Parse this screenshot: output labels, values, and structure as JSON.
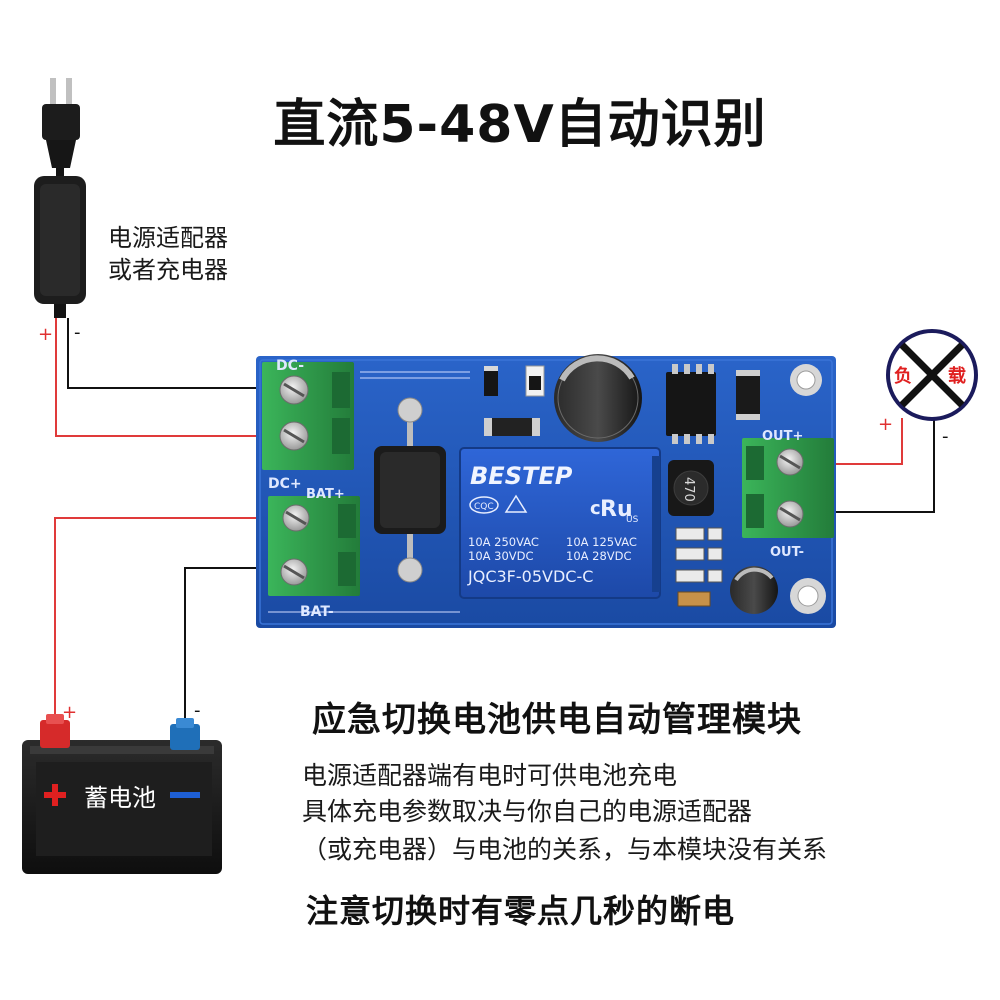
{
  "title": "直流5-48V自动识别",
  "adapter": {
    "line1": "电源适配器",
    "line2": "或者充电器",
    "plus": "+",
    "minus": "-"
  },
  "load": {
    "left_char": "负",
    "right_char": "载",
    "plus": "+",
    "minus": "-"
  },
  "battery": {
    "label": "蓄电池",
    "plus": "+",
    "minus": "-",
    "body_plus": "+",
    "body_minus": "−"
  },
  "board": {
    "dc_minus": "DC-",
    "dc_plus": "DC+",
    "bat_plus": "BAT+",
    "bat_minus": "BAT-",
    "out_plus": "OUT+",
    "out_minus": "OUT-",
    "inductor": "470"
  },
  "relay": {
    "brand": "BESTEP",
    "cert_left": "CQC",
    "cert_right": "US",
    "row1_left": "10A 250VAC",
    "row1_right": "10A 125VAC",
    "row2_left": "10A  30VDC",
    "row2_right": "10A  28VDC",
    "model": "JQC3F-05VDC-C"
  },
  "heading2": "应急切换电池供电自动管理模块",
  "desc": {
    "line1": "电源适配器端有电时可供电池充电",
    "line2": "具体充电参数取决与你自己的电源适配器",
    "line3": "（或充电器）与电池的关系，与本模块没有关系"
  },
  "heading3": "注意切换时有零点几秒的断电",
  "colors": {
    "pcb": "#1f55b8",
    "terminal": "#2e9e4a",
    "wire_red": "#e03a3a",
    "wire_black": "#111111",
    "battery_body": "#161616"
  }
}
